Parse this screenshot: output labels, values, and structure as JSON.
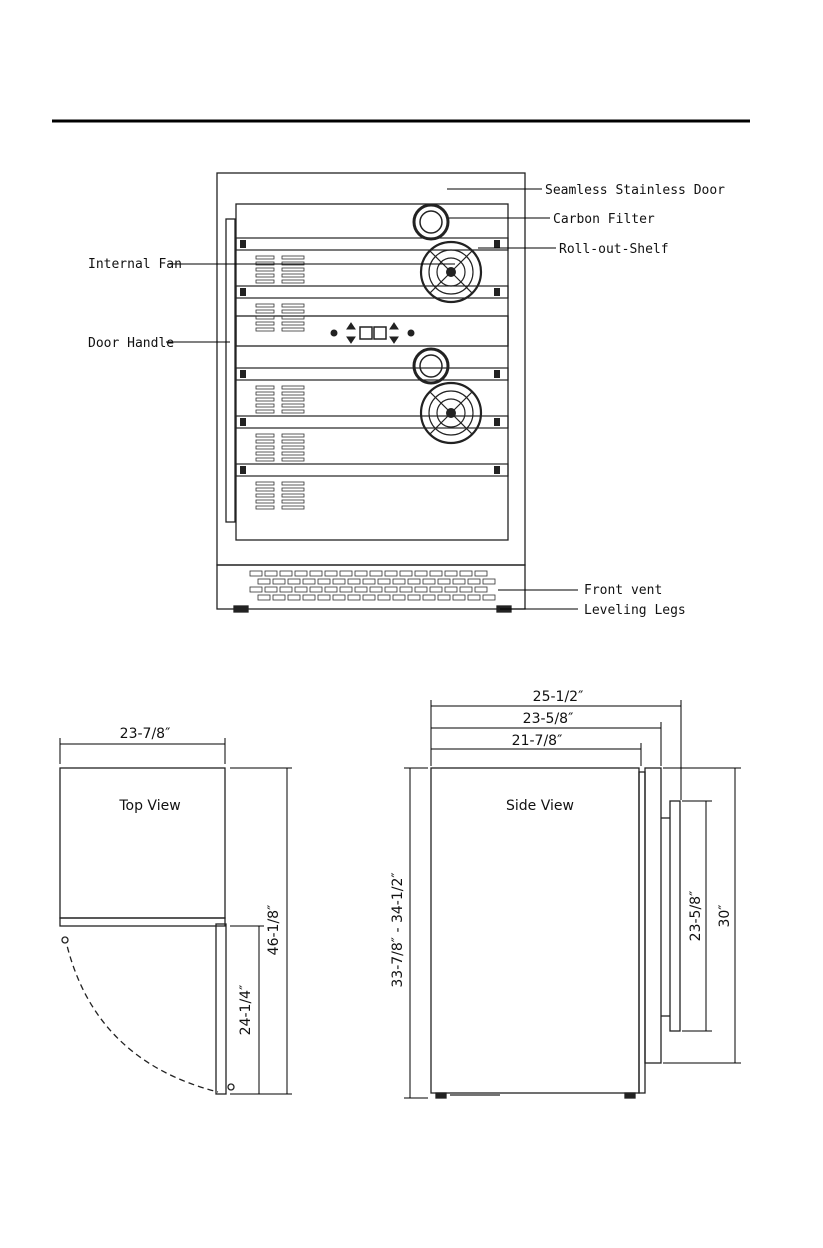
{
  "callouts": {
    "seamless_door": "Seamless Stainless Door",
    "carbon_filter": "Carbon Filter",
    "roll_out_shelf": "Roll-out-Shelf",
    "internal_fan": "Internal Fan",
    "door_handle": "Door Handle",
    "front_vent": "Front vent",
    "leveling_legs": "Leveling Legs"
  },
  "top_view": {
    "label": "Top View",
    "width": "23-7/8″",
    "depth_open": "46-1/8″",
    "door_swing": "24-1/4″"
  },
  "side_view": {
    "label": "Side View",
    "depth_overall": "25-1/2″",
    "depth_handle": "23-5/8″",
    "depth_cabinet": "21-7/8″",
    "height": "33-7/8″ - 34-1/2″",
    "handle_length": "23-5/8″",
    "door_height": "30″"
  }
}
